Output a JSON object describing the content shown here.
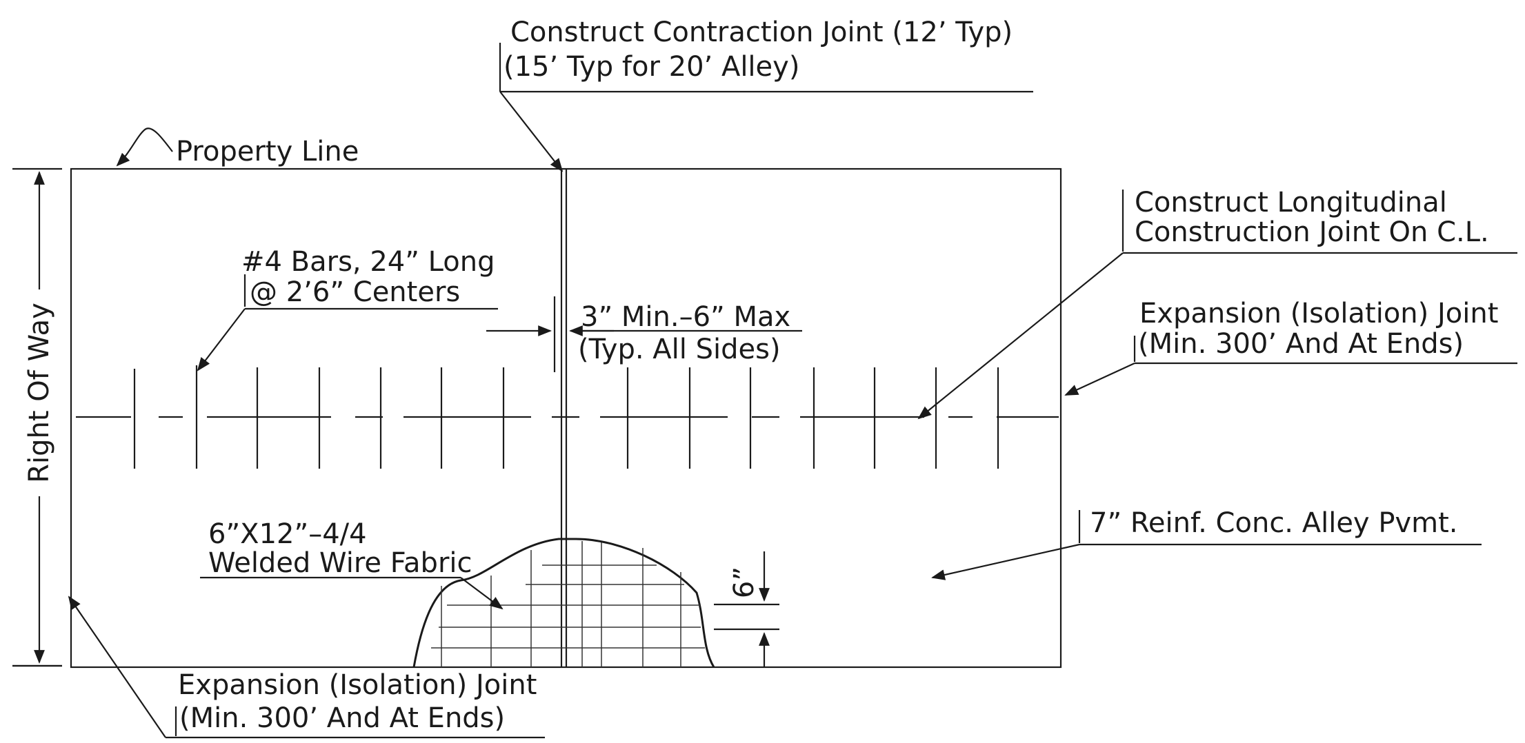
{
  "labels": {
    "contraction_line1": "Construct Contraction Joint (12’ Typ)",
    "contraction_line2": "(15’ Typ for 20’ Alley)",
    "property_line": "Property Line",
    "right_of_way": "Right Of Way",
    "bars_line1": "#4 Bars, 24” Long",
    "bars_line2": "@ 2’6” Centers",
    "gap_line1": "3” Min.–6” Max",
    "gap_line2": "(Typ. All Sides)",
    "longitudinal_line1": "Construct Longitudinal",
    "longitudinal_line2": "Construction Joint On C.L.",
    "expansion_right_line1": "Expansion (Isolation) Joint",
    "expansion_right_line2": "(Min. 300’ And At Ends)",
    "fabric_line1": "6”X12”–4/4",
    "fabric_line2": "Welded Wire Fabric",
    "pavement": "7” Reinf. Conc. Alley Pvmt.",
    "dimension_six": "6”",
    "expansion_bottom_line1": "Expansion (Isolation) Joint",
    "expansion_bottom_line2": "(Min. 300’ And At Ends)"
  },
  "colors": {
    "ink": "#1a1a1a",
    "background": "#ffffff"
  }
}
